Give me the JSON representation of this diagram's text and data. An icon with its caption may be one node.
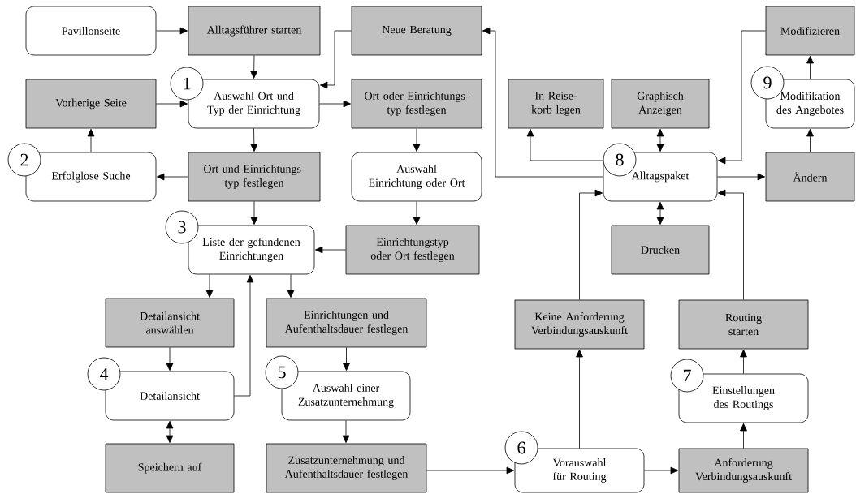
{
  "diagram": {
    "nodes": [
      {
        "text": [
          "Pavillonseite"
        ]
      },
      {
        "text": [
          "Alltagsführer starten"
        ]
      },
      {
        "text": [
          "Neue Beratung"
        ]
      },
      {
        "text": [
          "Modifizieren"
        ]
      },
      {
        "text": [
          "1"
        ]
      },
      {
        "text": [
          "Auswahl Ort und Typ der Einrichtung"
        ]
      },
      {
        "text": [
          "Vorherige Seite"
        ]
      },
      {
        "text": [
          "Ort oder Einrichtungs- typ festlegen"
        ]
      },
      {
        "text": [
          "In Reise- korb legen"
        ]
      },
      {
        "text": [
          "Graphisch Anzeigen"
        ]
      },
      {
        "text": [
          "9"
        ]
      },
      {
        "text": [
          "Modifikation des Angebotes"
        ]
      },
      {
        "text": [
          "2"
        ]
      },
      {
        "text": [
          "Erfolglose Suche"
        ]
      },
      {
        "text": [
          "Ort und Einrichtungs- typ festlegen"
        ]
      },
      {
        "text": [
          "Auswahl Einrichtung oder Ort"
        ]
      },
      {
        "text": [
          "8"
        ]
      },
      {
        "text": [
          "Alltagspaket"
        ]
      },
      {
        "text": [
          "Ändern"
        ]
      },
      {
        "text": [
          "3"
        ]
      },
      {
        "text": [
          "Liste der gefundenen Einrichtungen"
        ]
      },
      {
        "text": [
          "Einrichtungstyp oder Ort festlegen"
        ]
      },
      {
        "text": [
          "Drucken"
        ]
      },
      {
        "text": [
          "Detailansicht auswählen"
        ]
      },
      {
        "text": [
          "Einrichtungen und Aufenthaltsdauer festlegen"
        ]
      },
      {
        "text": [
          "Keine Anforderung Verbindungsauskunft"
        ]
      },
      {
        "text": [
          "Routing starten"
        ]
      },
      {
        "text": [
          "4"
        ]
      },
      {
        "text": [
          "Detailansicht"
        ]
      },
      {
        "text": [
          "5"
        ]
      },
      {
        "text": [
          "Auswahl einer Zusatzunternehmung"
        ]
      },
      {
        "text": [
          "7"
        ]
      },
      {
        "text": [
          "Einstellungen des Routings"
        ]
      },
      {
        "text": [
          "Speichern auf"
        ]
      },
      {
        "text": [
          "Zusatzunternehmung und Aufenthaltsdauer festlegen"
        ]
      },
      {
        "text": [
          "6"
        ]
      },
      {
        "text": [
          "Vorauswahl für Routing"
        ]
      },
      {
        "text": [
          "Anforderung Verbindungsauskunft"
        ]
      }
    ],
    "edges": [
      {
        "from": 0,
        "to": 1,
        "arrow": "to"
      },
      {
        "from": 1,
        "to": 5,
        "arrow": "to"
      },
      {
        "from": 2,
        "to": 5,
        "arrow": "to"
      },
      {
        "from": 6,
        "to": 5,
        "arrow": "to"
      },
      {
        "from": 5,
        "to": 7,
        "arrow": "to"
      },
      {
        "from": 5,
        "to": 14,
        "arrow": "to"
      },
      {
        "from": 14,
        "to": 13,
        "arrow": "to"
      },
      {
        "from": 13,
        "to": 6,
        "arrow": "to"
      },
      {
        "from": 14,
        "to": 20,
        "arrow": "to"
      },
      {
        "from": 7,
        "to": 15,
        "arrow": "to"
      },
      {
        "from": 15,
        "to": 21,
        "arrow": "to"
      },
      {
        "from": 21,
        "to": 20,
        "arrow": "to"
      },
      {
        "from": 20,
        "to": 23,
        "arrow": "to"
      },
      {
        "from": 20,
        "to": 24,
        "arrow": "to"
      },
      {
        "from": 23,
        "to": 28,
        "arrow": "to"
      },
      {
        "from": 28,
        "to": 20,
        "arrow": "to"
      },
      {
        "from": 28,
        "to": 33,
        "arrow": "both"
      },
      {
        "from": 24,
        "to": 30,
        "arrow": "to"
      },
      {
        "from": 30,
        "to": 34,
        "arrow": "to"
      },
      {
        "from": 34,
        "to": 36,
        "arrow": "to"
      },
      {
        "from": 36,
        "to": 25,
        "arrow": "to"
      },
      {
        "from": 36,
        "to": 37,
        "arrow": "to"
      },
      {
        "from": 37,
        "to": 32,
        "arrow": "to"
      },
      {
        "from": 32,
        "to": 26,
        "arrow": "to"
      },
      {
        "from": 25,
        "to": 17,
        "arrow": "to"
      },
      {
        "from": 26,
        "to": 17,
        "arrow": "to"
      },
      {
        "from": 17,
        "to": 8,
        "arrow": "to"
      },
      {
        "from": 17,
        "to": 2,
        "arrow": "to"
      },
      {
        "from": 17,
        "to": 9,
        "arrow": "both"
      },
      {
        "from": 17,
        "to": 22,
        "arrow": "both"
      },
      {
        "from": 17,
        "to": 18,
        "arrow": "to"
      },
      {
        "from": 18,
        "to": 11,
        "arrow": "to"
      },
      {
        "from": 11,
        "to": 3,
        "arrow": "to"
      },
      {
        "from": 3,
        "to": 17,
        "arrow": "to"
      }
    ]
  }
}
